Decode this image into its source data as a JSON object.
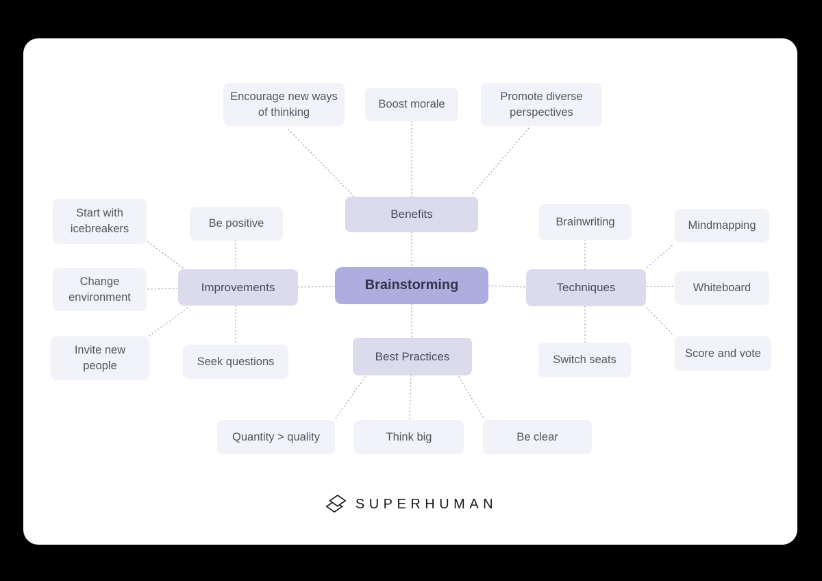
{
  "mindmap": {
    "root": {
      "label": "Brainstorming"
    },
    "branches": [
      {
        "label": "Benefits",
        "children": [
          "Encourage new ways of thinking",
          "Boost morale",
          "Promote diverse perspectives"
        ]
      },
      {
        "label": "Improvements",
        "children": [
          "Start with icebreakers",
          "Be positive",
          "Change environment",
          "Invite new people",
          "Seek questions"
        ]
      },
      {
        "label": "Techniques",
        "children": [
          "Brainwriting",
          "Mindmapping",
          "Whiteboard",
          "Switch seats",
          "Score and vote"
        ]
      },
      {
        "label": "Best Practices",
        "children": [
          "Quantity > quality",
          "Think big",
          "Be clear"
        ]
      }
    ]
  },
  "footer": {
    "brand": "SUPERHUMAN",
    "icon": "stacked-diamonds-icon"
  },
  "colors": {
    "root_bg": "#ADADDE",
    "root_text": "#34344E",
    "branch_bg": "#DBDBEB",
    "branch_text": "#49495A",
    "leaf_bg": "#F2F2F9",
    "leaf_text": "#55555F",
    "connector": "#ABABB8",
    "card_bg": "#FFFFFF",
    "frame_bg": "#000000",
    "brand_text": "#17171C"
  }
}
